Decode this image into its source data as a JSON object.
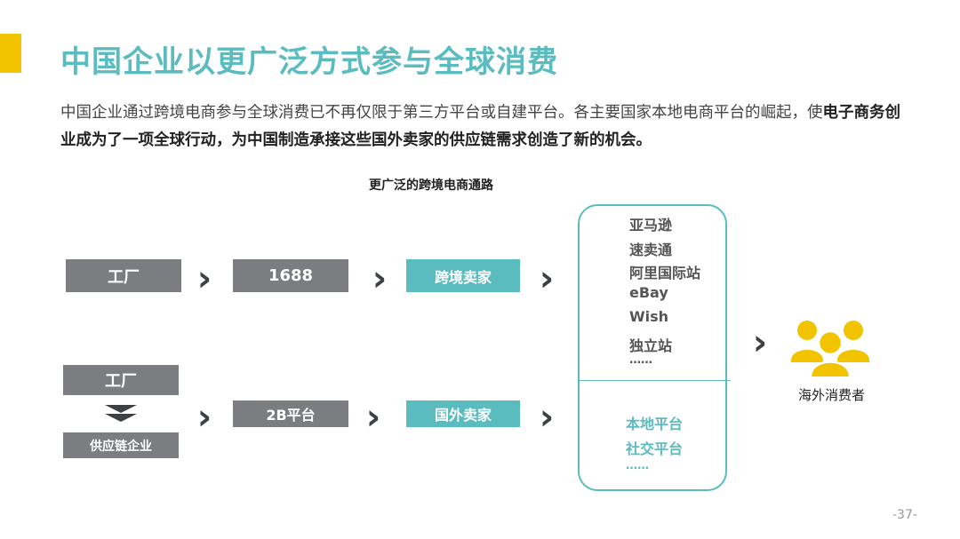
{
  "header": {
    "title": "中国企业以更广泛方式参与全球消费",
    "intro_normal": "中国企业通过跨境电商参与全球消费已不再仅限于第三方平台或自建平台。各主要国家本地电商平台的崛起，使",
    "intro_bold": "电子商务创业成为了一项全球行动，为中国制造承接这些国外卖家的供应链需求创造了新的机会。"
  },
  "diagram": {
    "title": "更广泛的跨境电商通路",
    "row1": {
      "factory": "工厂",
      "platform": "1688",
      "seller": "跨境卖家"
    },
    "row2": {
      "factory": "工厂",
      "supply": "供应链企业",
      "platform": "2B平台",
      "seller": "国外卖家"
    },
    "platforms": [
      "亚马逊",
      "速卖通",
      "阿里国际站",
      "eBay",
      "Wish",
      "独立站",
      "……"
    ],
    "local_platforms": [
      "本地平台",
      "社交平台",
      "……"
    ],
    "consumer_label": "海外消费者"
  },
  "page_number": "-37-",
  "colors": {
    "accent": "#f2c400",
    "teal": "#5bbcc0",
    "gray": "#7b7d80",
    "consumer": "#f2c400"
  },
  "icons": {
    "chevron": "chevron-right-icon",
    "down": "double-chevron-down-icon",
    "consumer": "people-group-icon"
  }
}
